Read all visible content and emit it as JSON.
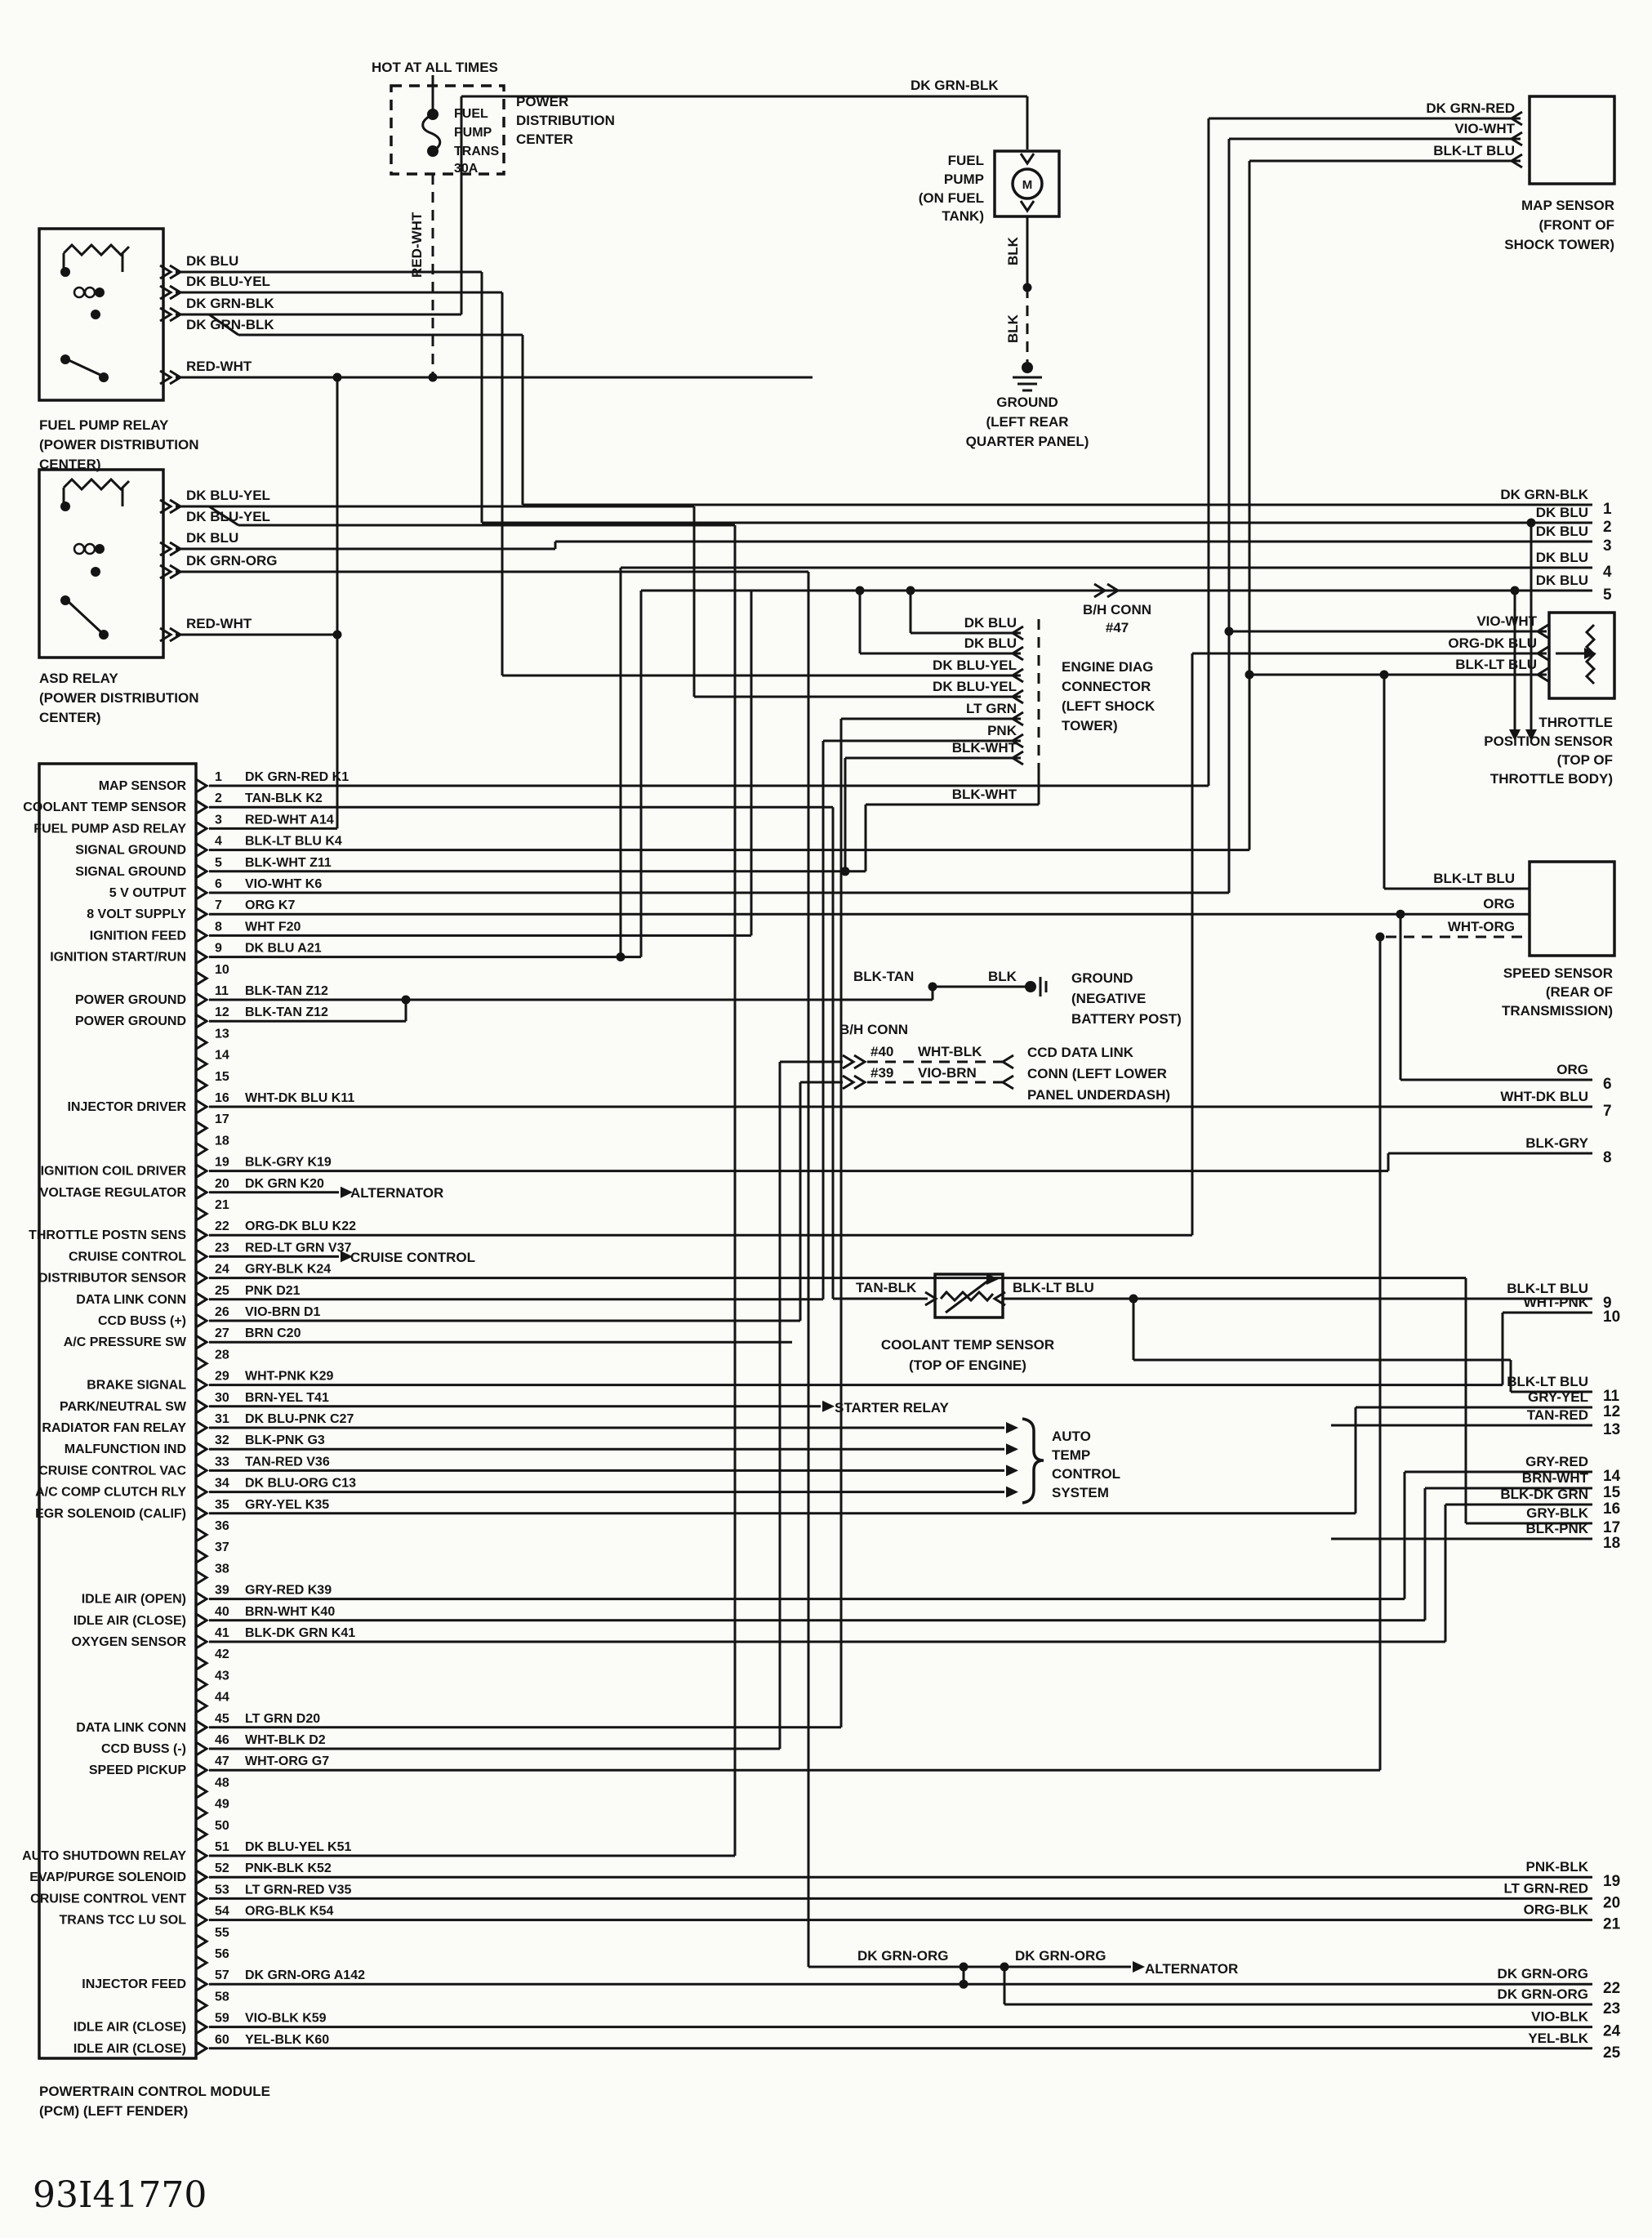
{
  "doc_number": "93I41770",
  "fuse": {
    "hot": "HOT AT ALL TIMES",
    "name_lines": [
      "FUEL",
      "PUMP",
      "TRANS",
      "30A"
    ],
    "location_lines": [
      "POWER",
      "DISTRIBUTION",
      "CENTER"
    ],
    "wire": "RED-WHT"
  },
  "fuel_pump_relay": {
    "name_lines": [
      "FUEL PUMP RELAY",
      "(POWER DISTRIBUTION",
      "CENTER)"
    ],
    "wires": [
      "DK BLU",
      "DK BLU-YEL",
      "DK GRN-BLK",
      "DK GRN-BLK",
      "RED-WHT"
    ]
  },
  "asd_relay": {
    "name_lines": [
      "ASD RELAY",
      "(POWER DISTRIBUTION",
      "CENTER)"
    ],
    "wires": [
      "DK BLU-YEL",
      "DK BLU-YEL",
      "DK BLU",
      "DK GRN-ORG",
      "RED-WHT"
    ]
  },
  "fuel_pump": {
    "feed_wire": "DK GRN-BLK",
    "name_lines": [
      "FUEL",
      "PUMP",
      "(ON FUEL",
      "TANK)"
    ],
    "motor": "M",
    "ground_wires": [
      "BLK",
      "BLK"
    ],
    "ground_lines": [
      "GROUND",
      "(LEFT REAR",
      "QUARTER PANEL)"
    ]
  },
  "map_sensor": {
    "wires": [
      "DK GRN-RED",
      "VIO-WHT",
      "BLK-LT BLU"
    ],
    "name_lines": [
      "MAP SENSOR",
      "(FRONT OF",
      "SHOCK TOWER)"
    ]
  },
  "bh_conn_47": {
    "lines": [
      "B/H CONN",
      "#47"
    ]
  },
  "engine_diag": {
    "wires": [
      "DK BLU",
      "DK BLU",
      "DK BLU-YEL",
      "DK BLU-YEL",
      "LT GRN",
      "PNK",
      "BLK-WHT"
    ],
    "extra_wire": "BLK-WHT",
    "name_lines": [
      "ENGINE DIAG",
      "CONNECTOR",
      "(LEFT SHOCK",
      "TOWER)"
    ]
  },
  "throttle_sensor": {
    "wires": [
      "VIO-WHT",
      "ORG-DK BLU",
      "BLK-LT BLU"
    ],
    "name_lines": [
      "THROTTLE",
      "POSITION SENSOR",
      "(TOP OF",
      "THROTTLE BODY)"
    ]
  },
  "speed_sensor": {
    "wires": [
      "BLK-LT BLU",
      "ORG",
      "WHT-ORG"
    ],
    "name_lines": [
      "SPEED SENSOR",
      "(REAR OF",
      "TRANSMISSION)"
    ]
  },
  "battery_ground": {
    "wires": [
      "BLK-TAN",
      "BLK"
    ],
    "name_lines": [
      "GROUND",
      "(NEGATIVE",
      "BATTERY POST)"
    ]
  },
  "ccd_link": {
    "conn": "B/H CONN",
    "rows": [
      {
        "pin": "#40",
        "wire": "WHT-BLK"
      },
      {
        "pin": "#39",
        "wire": "VIO-BRN"
      }
    ],
    "name_lines": [
      "CCD DATA LINK",
      "CONN (LEFT LOWER",
      "PANEL UNDERDASH)"
    ]
  },
  "coolant_sensor": {
    "left_wire": "TAN-BLK",
    "right_wire": "BLK-LT BLU",
    "name_lines": [
      "COOLANT TEMP SENSOR",
      "(TOP OF ENGINE)"
    ]
  },
  "targets": {
    "alternator": "ALTERNATOR",
    "cruise": "CRUISE CONTROL",
    "starter": "STARTER RELAY",
    "auto_temp_lines": [
      "AUTO",
      "TEMP",
      "CONTROL",
      "SYSTEM"
    ]
  },
  "bottom_feed": {
    "labels": [
      "DK GRN-ORG",
      "DK GRN-ORG"
    ],
    "target": "ALTERNATOR"
  },
  "pcm": {
    "name_lines": [
      "POWERTRAIN CONTROL MODULE",
      "(PCM) (LEFT FENDER)"
    ],
    "pins": [
      {
        "n": "1",
        "wire": "DK GRN-RED K1",
        "fn": "MAP SENSOR"
      },
      {
        "n": "2",
        "wire": "TAN-BLK K2",
        "fn": "COOLANT TEMP SENSOR"
      },
      {
        "n": "3",
        "wire": "RED-WHT A14",
        "fn": "FUEL PUMP ASD RELAY"
      },
      {
        "n": "4",
        "wire": "BLK-LT BLU K4",
        "fn": "SIGNAL GROUND"
      },
      {
        "n": "5",
        "wire": "BLK-WHT Z11",
        "fn": "SIGNAL GROUND"
      },
      {
        "n": "6",
        "wire": "VIO-WHT K6",
        "fn": "5 V OUTPUT"
      },
      {
        "n": "7",
        "wire": "ORG K7",
        "fn": "8 VOLT SUPPLY"
      },
      {
        "n": "8",
        "wire": "WHT F20",
        "fn": "IGNITION FEED"
      },
      {
        "n": "9",
        "wire": "DK BLU A21",
        "fn": "IGNITION START/RUN"
      },
      {
        "n": "10",
        "wire": "",
        "fn": ""
      },
      {
        "n": "11",
        "wire": "BLK-TAN Z12",
        "fn": "POWER GROUND"
      },
      {
        "n": "12",
        "wire": "BLK-TAN Z12",
        "fn": "POWER GROUND"
      },
      {
        "n": "13",
        "wire": "",
        "fn": ""
      },
      {
        "n": "14",
        "wire": "",
        "fn": ""
      },
      {
        "n": "15",
        "wire": "",
        "fn": ""
      },
      {
        "n": "16",
        "wire": "WHT-DK BLU K11",
        "fn": "INJECTOR DRIVER"
      },
      {
        "n": "17",
        "wire": "",
        "fn": ""
      },
      {
        "n": "18",
        "wire": "",
        "fn": ""
      },
      {
        "n": "19",
        "wire": "BLK-GRY K19",
        "fn": "IGNITION COIL DRIVER"
      },
      {
        "n": "20",
        "wire": "DK GRN K20",
        "fn": "VOLTAGE REGULATOR"
      },
      {
        "n": "21",
        "wire": "",
        "fn": ""
      },
      {
        "n": "22",
        "wire": "ORG-DK BLU K22",
        "fn": "THROTTLE POSTN SENS"
      },
      {
        "n": "23",
        "wire": "RED-LT GRN V37",
        "fn": "CRUISE CONTROL"
      },
      {
        "n": "24",
        "wire": "GRY-BLK K24",
        "fn": "DISTRIBUTOR SENSOR"
      },
      {
        "n": "25",
        "wire": "PNK D21",
        "fn": "DATA LINK CONN"
      },
      {
        "n": "26",
        "wire": "VIO-BRN D1",
        "fn": "CCD BUSS (+)"
      },
      {
        "n": "27",
        "wire": "BRN C20",
        "fn": "A/C PRESSURE SW"
      },
      {
        "n": "28",
        "wire": "",
        "fn": ""
      },
      {
        "n": "29",
        "wire": "WHT-PNK K29",
        "fn": "BRAKE SIGNAL"
      },
      {
        "n": "30",
        "wire": "BRN-YEL T41",
        "fn": "PARK/NEUTRAL SW"
      },
      {
        "n": "31",
        "wire": "DK BLU-PNK C27",
        "fn": "RADIATOR FAN RELAY"
      },
      {
        "n": "32",
        "wire": "BLK-PNK G3",
        "fn": "MALFUNCTION IND"
      },
      {
        "n": "33",
        "wire": "TAN-RED V36",
        "fn": "CRUISE CONTROL VAC"
      },
      {
        "n": "34",
        "wire": "DK BLU-ORG C13",
        "fn": "A/C COMP CLUTCH RLY"
      },
      {
        "n": "35",
        "wire": "GRY-YEL K35",
        "fn": "EGR SOLENOID (CALIF)"
      },
      {
        "n": "36",
        "wire": "",
        "fn": ""
      },
      {
        "n": "37",
        "wire": "",
        "fn": ""
      },
      {
        "n": "38",
        "wire": "",
        "fn": ""
      },
      {
        "n": "39",
        "wire": "GRY-RED K39",
        "fn": "IDLE AIR (OPEN)"
      },
      {
        "n": "40",
        "wire": "BRN-WHT K40",
        "fn": "IDLE AIR (CLOSE)"
      },
      {
        "n": "41",
        "wire": "BLK-DK GRN K41",
        "fn": "OXYGEN SENSOR"
      },
      {
        "n": "42",
        "wire": "",
        "fn": ""
      },
      {
        "n": "43",
        "wire": "",
        "fn": ""
      },
      {
        "n": "44",
        "wire": "",
        "fn": ""
      },
      {
        "n": "45",
        "wire": "LT GRN D20",
        "fn": "DATA LINK CONN"
      },
      {
        "n": "46",
        "wire": "WHT-BLK D2",
        "fn": "CCD BUSS (-)"
      },
      {
        "n": "47",
        "wire": "WHT-ORG G7",
        "fn": "SPEED PICKUP"
      },
      {
        "n": "48",
        "wire": "",
        "fn": ""
      },
      {
        "n": "49",
        "wire": "",
        "fn": ""
      },
      {
        "n": "50",
        "wire": "",
        "fn": ""
      },
      {
        "n": "51",
        "wire": "DK BLU-YEL K51",
        "fn": "AUTO SHUTDOWN RELAY"
      },
      {
        "n": "52",
        "wire": "PNK-BLK K52",
        "fn": "EVAP/PURGE SOLENOID"
      },
      {
        "n": "53",
        "wire": "LT GRN-RED V35",
        "fn": "CRUISE CONTROL VENT"
      },
      {
        "n": "54",
        "wire": "ORG-BLK K54",
        "fn": "TRANS TCC LU SOL"
      },
      {
        "n": "55",
        "wire": "",
        "fn": ""
      },
      {
        "n": "56",
        "wire": "",
        "fn": ""
      },
      {
        "n": "57",
        "wire": "DK GRN-ORG A142",
        "fn": "INJECTOR FEED"
      },
      {
        "n": "58",
        "wire": "",
        "fn": ""
      },
      {
        "n": "59",
        "wire": "VIO-BLK K59",
        "fn": "IDLE AIR (CLOSE)"
      },
      {
        "n": "60",
        "wire": "YEL-BLK K60",
        "fn": "IDLE AIR (CLOSE)"
      }
    ]
  },
  "right_terminals": [
    {
      "n": "1",
      "wire": "DK GRN-BLK"
    },
    {
      "n": "2",
      "wire": "DK BLU"
    },
    {
      "n": "3",
      "wire": "DK BLU"
    },
    {
      "n": "4",
      "wire": "DK BLU"
    },
    {
      "n": "5",
      "wire": "DK BLU"
    },
    {
      "n": "6",
      "wire": "ORG"
    },
    {
      "n": "7",
      "wire": "WHT-DK BLU"
    },
    {
      "n": "8",
      "wire": "BLK-GRY"
    },
    {
      "n": "9",
      "wire": "BLK-LT BLU"
    },
    {
      "n": "10",
      "wire": "WHT-PNK"
    },
    {
      "n": "11",
      "wire": "BLK-LT BLU"
    },
    {
      "n": "12",
      "wire": "GRY-YEL"
    },
    {
      "n": "13",
      "wire": "TAN-RED"
    },
    {
      "n": "14",
      "wire": "GRY-RED"
    },
    {
      "n": "15",
      "wire": "BRN-WHT"
    },
    {
      "n": "16",
      "wire": "BLK-DK GRN"
    },
    {
      "n": "17",
      "wire": "GRY-BLK"
    },
    {
      "n": "18",
      "wire": "BLK-PNK"
    },
    {
      "n": "19",
      "wire": "PNK-BLK"
    },
    {
      "n": "20",
      "wire": "LT GRN-RED"
    },
    {
      "n": "21",
      "wire": "ORG-BLK"
    },
    {
      "n": "22",
      "wire": "DK GRN-ORG"
    },
    {
      "n": "23",
      "wire": "DK GRN-ORG"
    },
    {
      "n": "24",
      "wire": "VIO-BLK"
    },
    {
      "n": "25",
      "wire": "YEL-BLK"
    }
  ]
}
